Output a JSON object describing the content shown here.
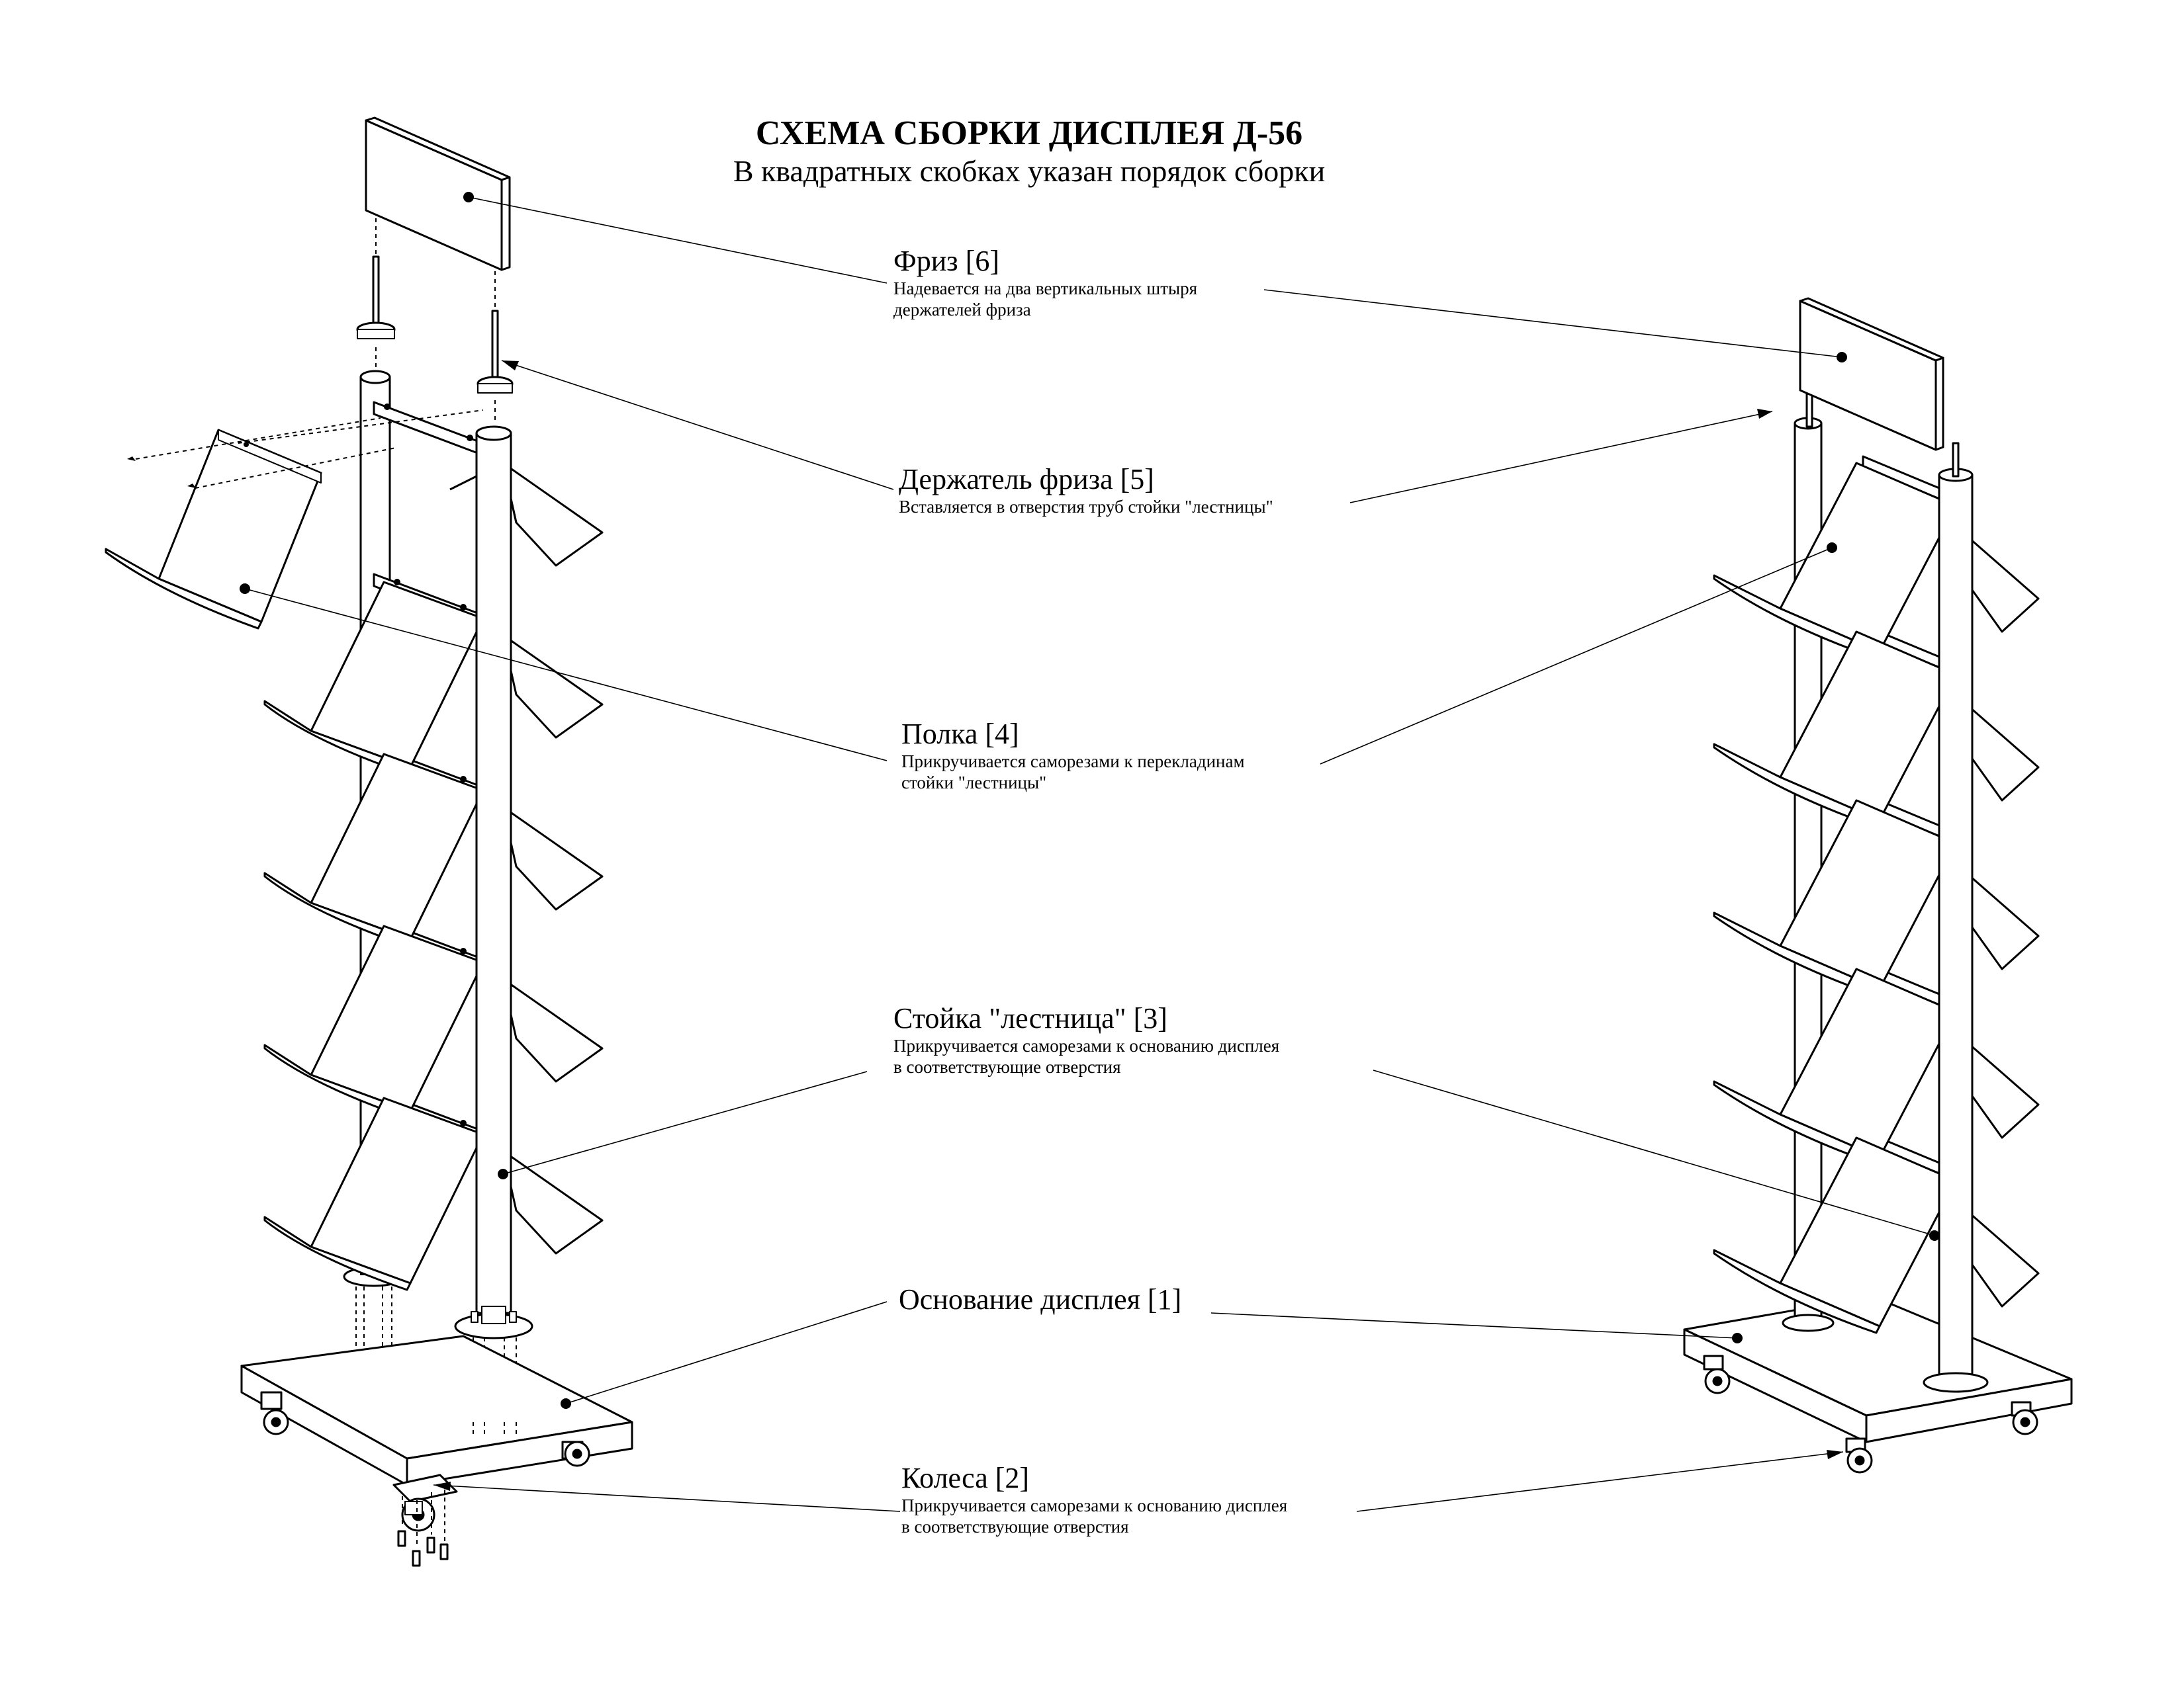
{
  "header": {
    "title": "СХЕМА СБОРКИ ДИСПЛЕЯ Д-56",
    "subtitle": "В квадратных скобках указан порядок сборки"
  },
  "labels": [
    {
      "id": "friz",
      "title": "Фриз [6]",
      "desc": [
        "Надевается на два вертикальных штыря",
        "держателей фриза"
      ]
    },
    {
      "id": "holder",
      "title": "Держатель фриза [5]",
      "desc": [
        "Вставляется в отверстия труб стойки \"лестницы\""
      ]
    },
    {
      "id": "shelf",
      "title": "Полка [4]",
      "desc": [
        "Прикручивается саморезами к перекладинам",
        "стойки \"лестницы\""
      ]
    },
    {
      "id": "ladder",
      "title": "Стойка \"лестница\" [3]",
      "desc": [
        "Прикручивается саморезами к основанию дисплея",
        "в соответствующие отверстия"
      ]
    },
    {
      "id": "base",
      "title": "Основание дисплея [1]",
      "desc": []
    },
    {
      "id": "wheels",
      "title": "Колеса [2]",
      "desc": [
        "Прикручивается саморезами к основанию дисплея",
        "в соответствующие отверстия"
      ]
    }
  ],
  "style": {
    "line_color": "#000000",
    "fill_color": "#ffffff"
  }
}
